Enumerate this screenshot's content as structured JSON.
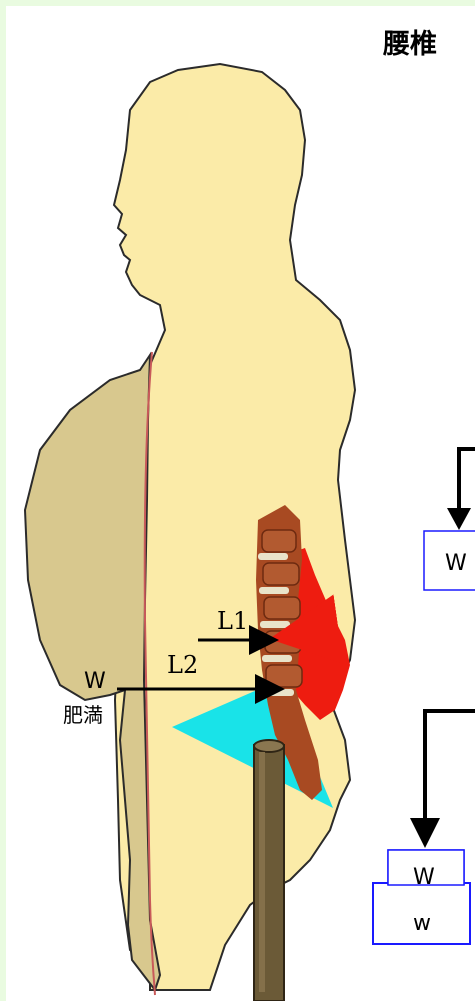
{
  "title": "腰椎",
  "body_labels": {
    "weight": "W",
    "obese": "肥満",
    "lever_1": "L1",
    "lever_2": "L2"
  },
  "lever_diagrams": [
    {
      "weight_box": "W"
    },
    {
      "weight_box_top": "W",
      "weight_box_bottom": "w"
    }
  ],
  "colors": {
    "background": "#e9fbe0",
    "skin": "#fbeba8",
    "belly_fat": "#d8c88e",
    "spine": "#a84a22",
    "muscle_red": "#ee1c10",
    "pelvis_cyan": "#19e3e8",
    "post": "#6b5a37",
    "box_border": "#1a1aff"
  }
}
